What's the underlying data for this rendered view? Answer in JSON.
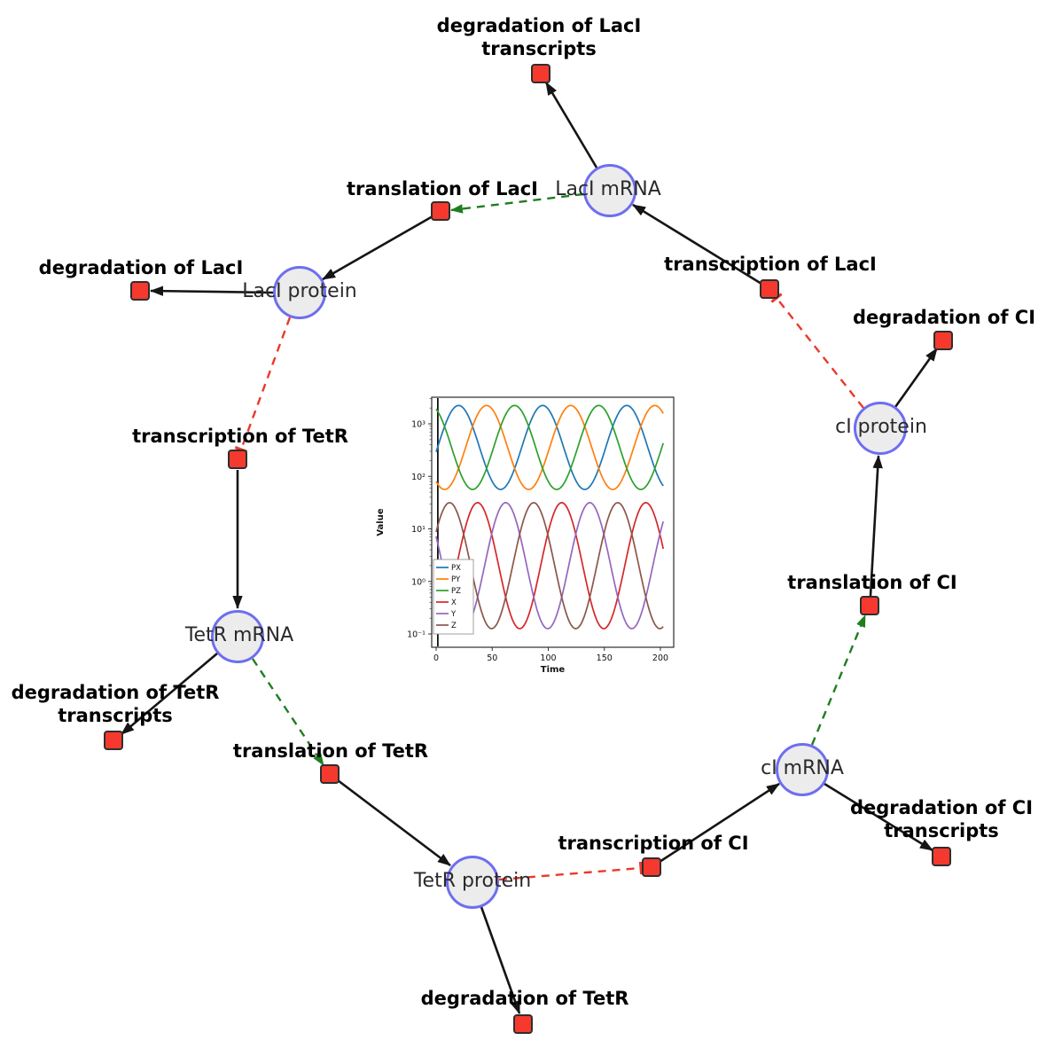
{
  "colors": {
    "species_fill": "#ececec",
    "species_border": "#6e6ef0",
    "reaction_fill": "#f5392e",
    "reaction_border": "#2e2e2e",
    "edge_black": "#151515",
    "edge_green": "#1f7d1f",
    "edge_red": "#ea392b",
    "background": "#ffffff"
  },
  "network": {
    "species": [
      {
        "id": "laci-mrna",
        "label": "LacI mRNA"
      },
      {
        "id": "laci-protein",
        "label": "LacI protein"
      },
      {
        "id": "tetr-mrna",
        "label": "TetR mRNA"
      },
      {
        "id": "tetr-protein",
        "label": "TetR protein"
      },
      {
        "id": "ci-mrna",
        "label": "cI mRNA"
      },
      {
        "id": "ci-protein",
        "label": "cI protein"
      }
    ],
    "reactions": [
      {
        "id": "degradation-laci-transcripts",
        "lines": [
          "degradation of LacI",
          "transcripts"
        ]
      },
      {
        "id": "translation-laci",
        "lines": [
          "translation of LacI"
        ]
      },
      {
        "id": "transcription-laci",
        "lines": [
          "transcription of LacI"
        ]
      },
      {
        "id": "degradation-laci",
        "lines": [
          "degradation of LacI"
        ]
      },
      {
        "id": "degradation-ci",
        "lines": [
          "degradation of CI"
        ]
      },
      {
        "id": "transcription-tetr",
        "lines": [
          "transcription of TetR"
        ]
      },
      {
        "id": "translation-ci",
        "lines": [
          "translation of CI"
        ]
      },
      {
        "id": "degradation-tetr-transcripts",
        "lines": [
          "degradation of TetR",
          "transcripts"
        ]
      },
      {
        "id": "translation-tetr",
        "lines": [
          "translation of TetR"
        ]
      },
      {
        "id": "transcription-ci",
        "lines": [
          "transcription of CI"
        ]
      },
      {
        "id": "degradation-ci-transcripts",
        "lines": [
          "degradation of CI",
          "transcripts"
        ]
      },
      {
        "id": "degradation-tetr",
        "lines": [
          "degradation of TetR"
        ]
      }
    ],
    "edges": [
      {
        "from": "laci-mrna",
        "to": "degradation-laci-transcripts",
        "style": "solid-black-arrow"
      },
      {
        "from": "translation-laci",
        "to": "laci-protein",
        "style": "solid-black-arrow"
      },
      {
        "from": "transcription-laci",
        "to": "laci-mrna",
        "style": "solid-black-arrow"
      },
      {
        "from": "laci-protein",
        "to": "degradation-laci",
        "style": "solid-black-arrow"
      },
      {
        "from": "citey",
        "to": "none",
        "style": "unused"
      },
      {
        "from": "transcription-tetr",
        "to": "tetr-mrna",
        "style": "solid-black-arrow"
      },
      {
        "from": "translation-tetr",
        "to": "tetr-protein",
        "style": "solid-black-arrow"
      },
      {
        "from": "transcription-ci",
        "to": "ci-mrna",
        "style": "solid-black-arrow"
      },
      {
        "from": "translation-ci",
        "to": "ci-protein",
        "style": "solid-black-arrow"
      },
      {
        "from": "cI-protein",
        "to": "degradation-ci",
        "style": "solid-black-arrow"
      },
      {
        "from": "tetr-mrna",
        "to": "degradation-tetr-transcripts",
        "style": "solid-black-arrow"
      },
      {
        "from": "ci-mrna",
        "to": "degradation-ci-transcripts",
        "style": "solid-black-arrow"
      },
      {
        "from": "tetr-protein",
        "to": "degradation-tetr",
        "style": "solid-black-arrow"
      },
      {
        "from": "laci-mrna",
        "to": "translation-laci",
        "style": "dashed-green-arrow"
      },
      {
        "from": "tetr-mrna",
        "to": "translation-tetr",
        "style": "dashed-green-arrow"
      },
      {
        "from": "ci-mrna",
        "to": "translation-ci",
        "style": "dashed-green-arrow"
      },
      {
        "from": "laci-protein",
        "to": "transcription-tetr",
        "style": "dashed-red-tee"
      },
      {
        "from": "tetr-protein",
        "to": "transcription-ci",
        "style": "dashed-red-tee"
      },
      {
        "from": "ci-protein",
        "to": "transcription-laci",
        "style": "dashed-red-tee"
      }
    ]
  },
  "chart_data": {
    "type": "line",
    "title": "",
    "xlabel": "Time",
    "ylabel": "Value",
    "x_range": [
      0,
      200
    ],
    "y_scale": "log",
    "y_range_exponents": [
      -1,
      3
    ],
    "xticks": [
      0,
      50,
      100,
      150,
      200
    ],
    "ytick_exps": [
      -1,
      0,
      1,
      2,
      3
    ],
    "ytick_labels": [
      "10⁻¹",
      "10⁰",
      "10¹",
      "10²",
      "10³"
    ],
    "grid": false,
    "legend_position": "lower left",
    "initial_transient_x": 1.5,
    "series": [
      {
        "name": "PX",
        "color": "#1f77b4",
        "log_center": 2.55,
        "log_amp": 0.8,
        "period": 75,
        "peak_t": 20
      },
      {
        "name": "PY",
        "color": "#ff7f0e",
        "log_center": 2.55,
        "log_amp": 0.8,
        "period": 75,
        "peak_t": 45
      },
      {
        "name": "PZ",
        "color": "#2ca02c",
        "log_center": 2.55,
        "log_amp": 0.8,
        "period": 75,
        "peak_t": 70
      },
      {
        "name": "X",
        "color": "#d62728",
        "log_center": 0.3,
        "log_amp": 1.2,
        "period": 75,
        "peak_t": 37
      },
      {
        "name": "Y",
        "color": "#9467bd",
        "log_center": 0.3,
        "log_amp": 1.2,
        "period": 75,
        "peak_t": 62
      },
      {
        "name": "Z",
        "color": "#8c564b",
        "log_center": 0.3,
        "log_amp": 1.2,
        "period": 75,
        "peak_t": 87
      }
    ]
  }
}
